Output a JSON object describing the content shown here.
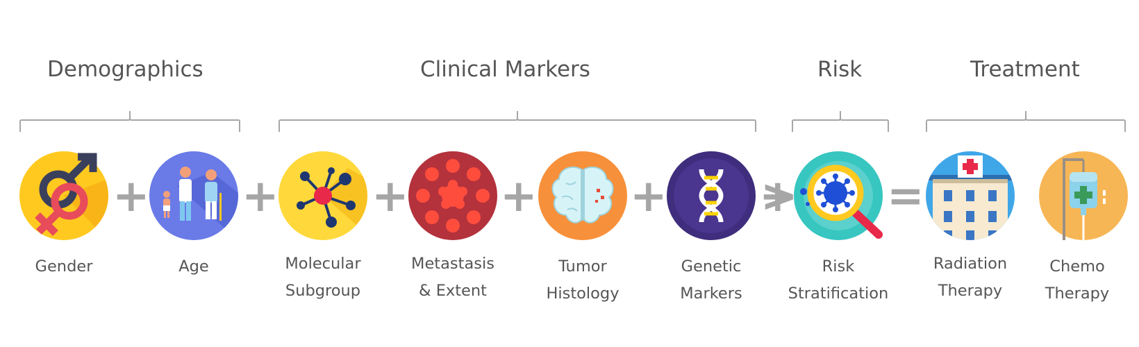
{
  "groups": [
    {
      "title": "Demographics"
    },
    {
      "title": "Clinical Markers"
    },
    {
      "title": "Risk"
    },
    {
      "title": "Treatment"
    }
  ],
  "items": [
    {
      "line1": "Gender",
      "line2": "",
      "icon": "gender-symbol-icon"
    },
    {
      "line1": "Age",
      "line2": "",
      "icon": "family-age-icon"
    },
    {
      "line1": "Molecular",
      "line2": "Subgroup",
      "icon": "molecule-network-icon"
    },
    {
      "line1": "Metastasis",
      "line2": "& Extent",
      "icon": "cell-cluster-icon"
    },
    {
      "line1": "Tumor",
      "line2": "Histology",
      "icon": "brain-icon"
    },
    {
      "line1": "Genetic",
      "line2": "Markers",
      "icon": "dna-icon"
    },
    {
      "line1": "Risk",
      "line2": "Stratification",
      "icon": "magnifier-virus-icon"
    },
    {
      "line1": "Radiation",
      "line2": "Therapy",
      "icon": "hospital-icon"
    },
    {
      "line1": "Chemo",
      "line2": "Therapy",
      "icon": "iv-drip-icon"
    }
  ],
  "operators": [
    "+",
    "+",
    "+",
    "+",
    "+",
    "+",
    ">",
    "="
  ]
}
